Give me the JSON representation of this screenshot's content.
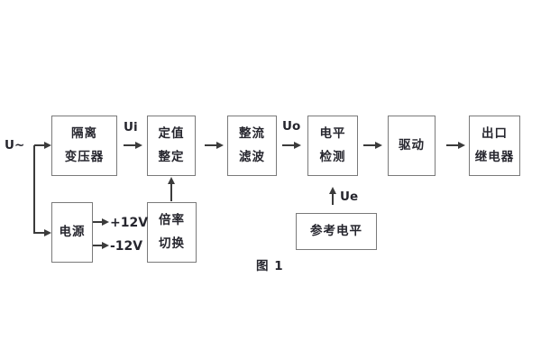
{
  "figure": {
    "caption": "图 1",
    "type": "block-diagram"
  },
  "blocks": {
    "isolation_transformer": {
      "line1": "隔离",
      "line2": "变压器"
    },
    "setting_adjust": {
      "line1": "定值",
      "line2": "整定"
    },
    "rectifier_filter": {
      "line1": "整流",
      "line2": "滤波"
    },
    "level_detection": {
      "line1": "电平",
      "line2": "检测"
    },
    "drive": {
      "line1": "驱动"
    },
    "output_relay": {
      "line1": "出口",
      "line2": "继电器"
    },
    "power_supply": {
      "line1": "电源"
    },
    "rate_switch": {
      "line1": "倍率",
      "line2": "切换"
    },
    "reference_level": {
      "line1": "参考电平"
    }
  },
  "labels": {
    "input": "U~",
    "ui": "Ui",
    "uo": "Uo",
    "ue": "Ue",
    "plus12v": "+12V",
    "minus12v": "-12V"
  },
  "colors": {
    "background": "#ffffff",
    "box_border": "#7a7a7a",
    "connector_line": "#3b3b3b",
    "text": "#26262e"
  }
}
